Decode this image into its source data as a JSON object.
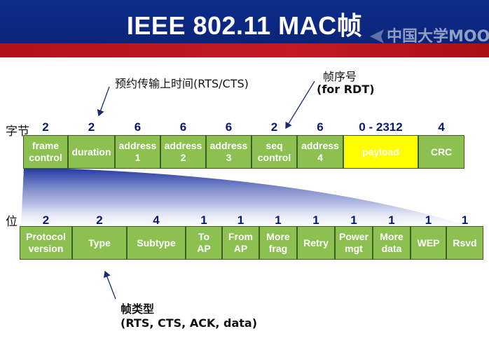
{
  "title": "IEEE 802.11 MAC帧",
  "watermark": "中国大学MOOC",
  "annotations": {
    "duration_note": "预约传输上时间(RTS/CTS)",
    "seq_note_line1": "帧序号",
    "seq_note_line2": "(for RDT)",
    "type_note_line1": "帧类型",
    "type_note_line2": "(RTS, CTS, ACK, data)"
  },
  "frame_row": {
    "unit_label": "字节",
    "fields": [
      {
        "label": [
          "frame",
          "control"
        ],
        "size": "2"
      },
      {
        "label": [
          "duration"
        ],
        "size": "2"
      },
      {
        "label": [
          "address",
          "1"
        ],
        "size": "6"
      },
      {
        "label": [
          "address",
          "2"
        ],
        "size": "6"
      },
      {
        "label": [
          "address",
          "3"
        ],
        "size": "6"
      },
      {
        "label": [
          "seq",
          "control"
        ],
        "size": "2"
      },
      {
        "label": [
          "address",
          "4"
        ],
        "size": "6"
      },
      {
        "label": [
          "payload"
        ],
        "size": "0 - 2312",
        "highlight": "#ffff00"
      },
      {
        "label": [
          "CRC"
        ],
        "size": "4"
      }
    ]
  },
  "control_row": {
    "unit_label": "位",
    "fields": [
      {
        "label": [
          "Protocol",
          "version"
        ],
        "size": "2"
      },
      {
        "label": [
          "Type"
        ],
        "size": "2"
      },
      {
        "label": [
          "Subtype"
        ],
        "size": "4"
      },
      {
        "label": [
          "To",
          "AP"
        ],
        "size": "1"
      },
      {
        "label": [
          "From",
          "AP"
        ],
        "size": "1"
      },
      {
        "label": [
          "More",
          "frag"
        ],
        "size": "1"
      },
      {
        "label": [
          "Retry"
        ],
        "size": "1"
      },
      {
        "label": [
          "Power",
          "mgt"
        ],
        "size": "1"
      },
      {
        "label": [
          "More",
          "data"
        ],
        "size": "1"
      },
      {
        "label": [
          "WEP"
        ],
        "size": "1"
      },
      {
        "label": [
          "Rsvd"
        ],
        "size": "1"
      }
    ]
  },
  "colors": {
    "field_fill": "#8cc152",
    "payload_fill": "#ffff00",
    "header_blue": "#0d2d8c",
    "header_red": "#c41a22",
    "size_text": "#0a1a6e"
  }
}
